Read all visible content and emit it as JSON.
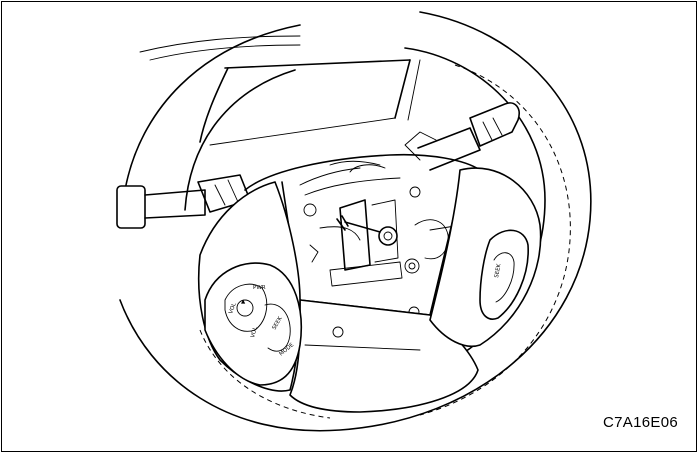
{
  "figure": {
    "code": "C7A16E06"
  },
  "labels": {
    "pwr": "PWR",
    "vol": "VOL",
    "vol_up": "▲",
    "seek": "SEEK",
    "mode": "MODE",
    "right_pad": "SEEK"
  }
}
